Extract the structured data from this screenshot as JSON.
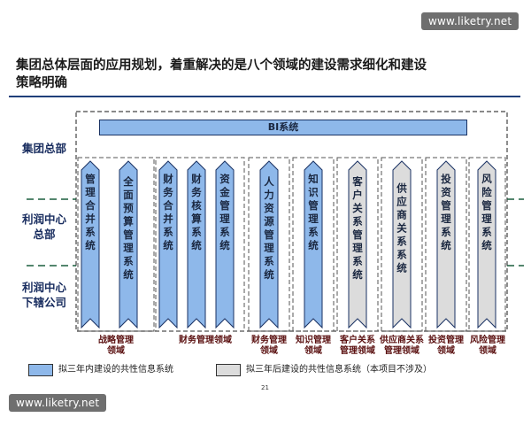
{
  "watermark_top": "www.liketry.net",
  "watermark_bottom": "www.liketry.net",
  "title_line1": "集团总体层面的应用规划，着重解决的是八个领域的建设需求细化和建设",
  "title_line2": "策略明确",
  "row_labels": {
    "group_hq": "集团总部",
    "profit_center_hq_l1": "利润中心",
    "profit_center_hq_l2": "总部",
    "profit_center_sub_l1": "利润中心",
    "profit_center_sub_l2": "下辖公司"
  },
  "bi_label": "BI系统",
  "columns": [
    {
      "text": "管理合并系统",
      "status": "within-3-years"
    },
    {
      "text": "全面预算管理系统",
      "status": "within-3-years"
    },
    {
      "text": "财务合并系统",
      "status": "within-3-years"
    },
    {
      "text": "财务核算系统",
      "status": "within-3-years"
    },
    {
      "text": "资金管理系统",
      "status": "within-3-years"
    },
    {
      "text": "人力资源管理系统",
      "status": "within-3-years"
    },
    {
      "text": "知识管理系统",
      "status": "within-3-years"
    },
    {
      "text": "客户关系管理系统",
      "status": "after-3-years"
    },
    {
      "text": "供应商关系系统",
      "status": "after-3-years"
    },
    {
      "text": "投资管理系统",
      "status": "after-3-years"
    },
    {
      "text": "风险管理系统",
      "status": "after-3-years"
    }
  ],
  "domains": {
    "strategy_l1": "战略管理",
    "strategy_l2": "领域",
    "finance": "财务管理领域",
    "hr_l1": "财务管理",
    "hr_l2": "领域",
    "knowledge_l1": "知识管理",
    "knowledge_l2": "领域",
    "customer_l1": "客户关系",
    "customer_l2": "管理领域",
    "supplier_l1": "供应商关系",
    "supplier_l2": "管理领域",
    "investment_l1": "投资管理",
    "investment_l2": "领域",
    "risk_l1": "风险管理",
    "risk_l2": "领域"
  },
  "legend": {
    "within": "拟三年内建设的共性信息系统",
    "after": "拟三年后建设的共性信息系统（本项目不涉及）"
  },
  "page_number": "21",
  "colors": {
    "blue_fill": "#8eb8ea",
    "gray_fill": "#dcdcdc",
    "outline": "#1a3263",
    "title": "#1a1a1a",
    "domain_text": "#5a1010"
  }
}
